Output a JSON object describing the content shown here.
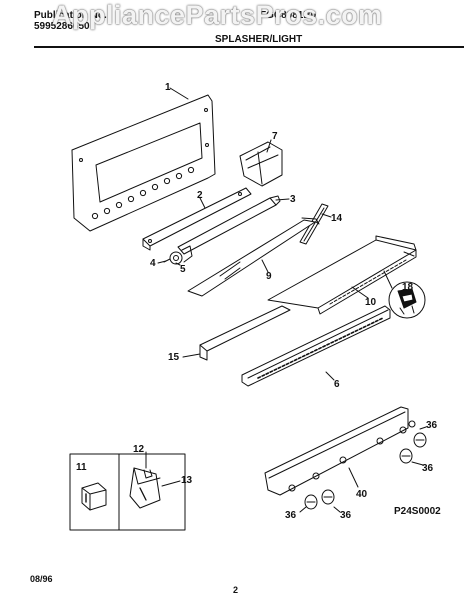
{
  "watermark": "AppliancePartsPros.com",
  "header": {
    "publication_label": "Publication No.",
    "publication_number": "5995286650",
    "model": "FGC8981B0",
    "section_title": "SPLASHER/LIGHT"
  },
  "callouts": {
    "p1": "1",
    "p2": "2",
    "p3": "3",
    "p4": "4",
    "p5": "5",
    "p6": "6",
    "p7": "7",
    "p9": "9",
    "p10": "10",
    "p14": "14",
    "p15": "15",
    "p18": "18",
    "p11": "11",
    "p12": "12",
    "p13": "13",
    "p36a": "36",
    "p36b": "36",
    "p36c": "36",
    "p36d": "36",
    "p40": "40"
  },
  "figure_code": "P24S0002",
  "footer": {
    "date": "08/96",
    "page": "2"
  }
}
